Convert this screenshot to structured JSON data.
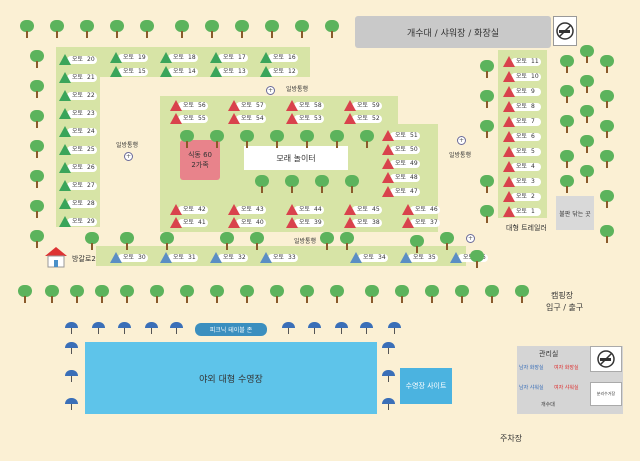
{
  "facility_bar": {
    "label": "개수대 / 샤워장 / 화장실"
  },
  "no_smoking_icon": {
    "name": "no-smoking-icon"
  },
  "tent_label": "오토",
  "tent_colors": {
    "green": "#3aa55a",
    "red": "#d9424c",
    "blue": "#5a8ec4"
  },
  "walkway": "일방통행",
  "sandbox": {
    "label": "모래 놀이터"
  },
  "family_site": {
    "label_top": "식동 60",
    "label_bottom": "2가족",
    "color": "#e8838b"
  },
  "cabin": {
    "label": "방갈로2"
  },
  "tent_trailer": {
    "label": "대형 트레일러"
  },
  "fire_area": {
    "label": "불판 닦는 곳"
  },
  "entrance": {
    "line1": "캠핑장",
    "line2": "입구 / 출구"
  },
  "picnic_zone": {
    "label": "피크닉 테이블 존"
  },
  "pool": {
    "label": "야외 대형 수영장"
  },
  "pool_site": {
    "label": "수영장 사이트"
  },
  "parking": {
    "label": "주차장"
  },
  "building": {
    "title": "관리실",
    "mens_toilet": "남자 화장실",
    "womens_toilet": "여자 화장실",
    "mens_shower": "남자 샤워실",
    "womens_shower": "여자 샤워실",
    "sink": "개수대",
    "recycle": "분리수거장"
  },
  "sites": {
    "left_col": [
      "20",
      "21",
      "22",
      "23",
      "24",
      "25",
      "26",
      "27",
      "28",
      "29"
    ],
    "top_row1": [
      "19",
      "18",
      "17",
      "16"
    ],
    "top_row2": [
      "15",
      "14",
      "13",
      "12"
    ],
    "inner_top1": [
      "56",
      "57",
      "58",
      "59"
    ],
    "inner_top2": [
      "55",
      "54",
      "53",
      "52"
    ],
    "inner_right": [
      "51",
      "50",
      "49",
      "48",
      "47"
    ],
    "inner_bottom1": [
      "42",
      "43",
      "44",
      "45",
      "46"
    ],
    "inner_bottom2": [
      "41",
      "40",
      "39",
      "38",
      "37"
    ],
    "bottom_row": [
      "30",
      "31",
      "32",
      "33",
      "34",
      "35",
      "36"
    ],
    "right_col": [
      "11",
      "10",
      "9",
      "8",
      "7",
      "6",
      "5",
      "4",
      "3",
      "2",
      "1"
    ]
  }
}
